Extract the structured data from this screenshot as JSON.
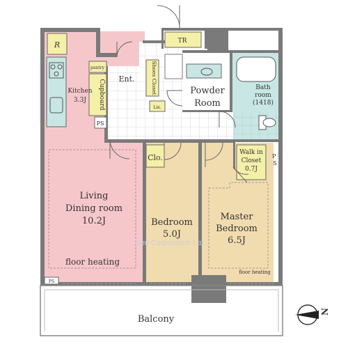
{
  "rooms": {
    "refrigerator": "R",
    "kitchen": "Kitchen",
    "kitchen_size": "3.3J",
    "pantry": "pantry",
    "cupboard": "Cupboard",
    "pipe_space_kitchen": "PS",
    "living_line1": "Living",
    "living_line2": "Dining room",
    "living_size": "10.2J",
    "living_heating": "floor heating",
    "pipe_space_balcony": "PS",
    "entrance": "Ent.",
    "shoes_closet": "Shoes Closet",
    "linen": "Lin.",
    "trunk_room": "TR",
    "powder_line1": "Powder",
    "powder_line2": "Room",
    "bath_line1": "Bath",
    "bath_line2": "room",
    "bath_size": "(1418)",
    "closet": "Clo.",
    "walkin_line1": "Walk in",
    "walkin_line2": "Closet",
    "walkin_size": "0.7J",
    "pipe_space_right": "P\nS",
    "bedroom": "Bedroom",
    "bedroom_size": "5.0J",
    "master_line1": "Master",
    "master_line2": "Bedroom",
    "master_size": "6.5J",
    "master_heating": "floor heating",
    "balcony": "Balcony"
  },
  "watermark": "Ken Corporation Ltd.",
  "compass": {
    "label": "N",
    "icon": "north-arrow-icon"
  },
  "colors": {
    "living": "#f5c7cb",
    "bedroom": "#f1dcb0",
    "bath": "#c8e6e4",
    "closet": "#f5f0a8",
    "wall": "#7a7a7a",
    "tile_line": "#cfcfcf"
  }
}
